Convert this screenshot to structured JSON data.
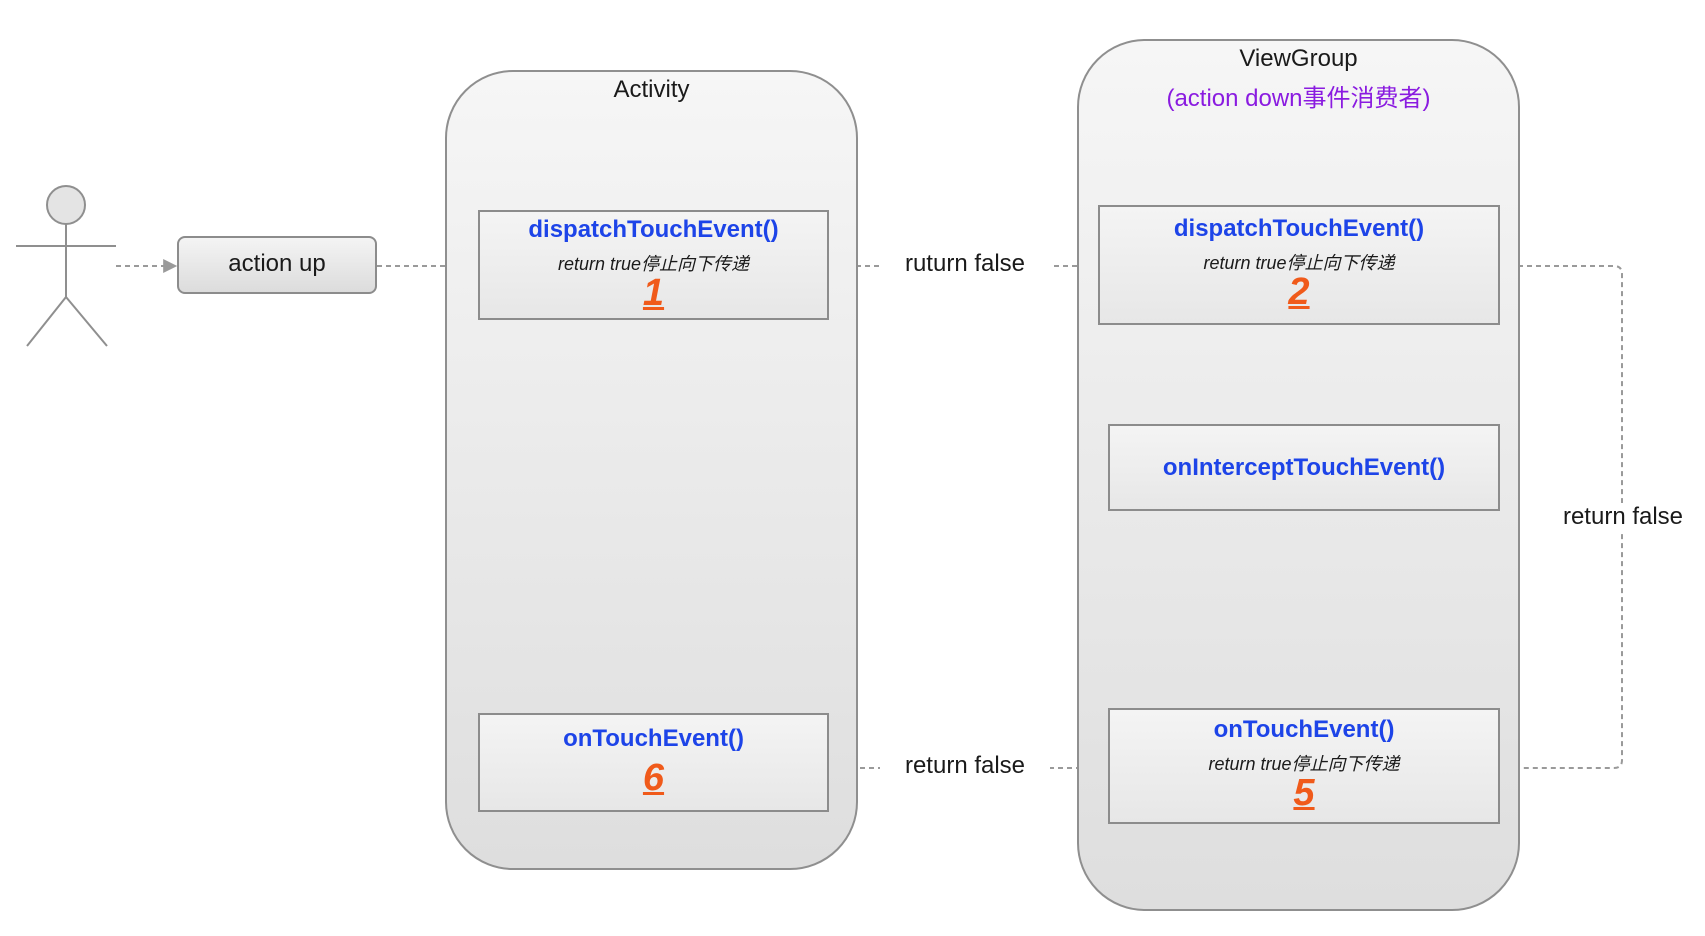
{
  "actor": {
    "icon": "stick-figure-icon"
  },
  "action": {
    "label": "action up"
  },
  "activity": {
    "title": "Activity",
    "dispatch": {
      "name": "dispatchTouchEvent()",
      "note": "return true停止向下传递",
      "step": "1"
    },
    "on_touch": {
      "name": "onTouchEvent()",
      "step": "6"
    }
  },
  "viewgroup": {
    "title": "ViewGroup",
    "subtitle": "(action down事件消费者)",
    "dispatch": {
      "name": "dispatchTouchEvent()",
      "note": "return true停止向下传递",
      "step": "2"
    },
    "intercept": {
      "name": "onInterceptTouchEvent()"
    },
    "on_touch": {
      "name": "onTouchEvent()",
      "note": "return true停止向下传递",
      "step": "5"
    }
  },
  "edges": {
    "activity_to_viewgroup": "ruturn false",
    "dispatch_to_ontouch": "return false",
    "viewgroup_to_activity": "return false"
  },
  "colors": {
    "method_name": "#1d44e8",
    "step_number": "#f05a1a",
    "subtitle": "#8a1be0",
    "connector": "#9a9a9a"
  }
}
